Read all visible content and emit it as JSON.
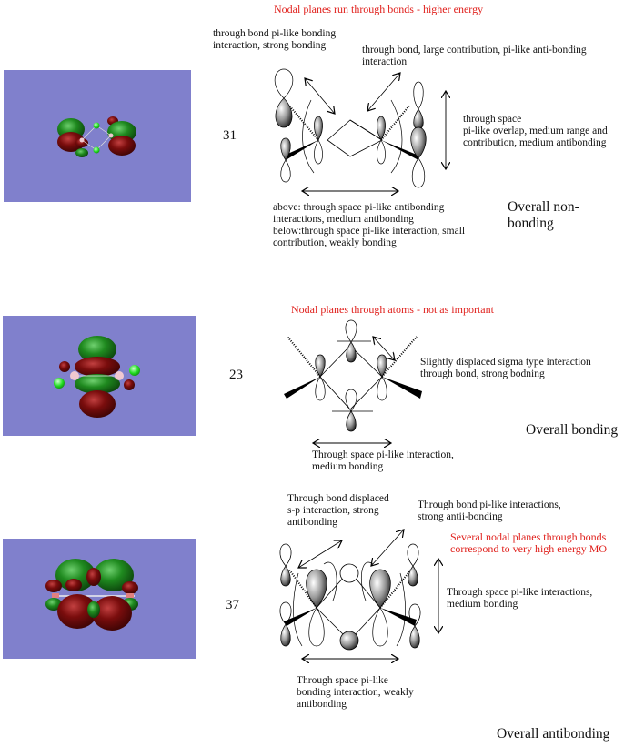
{
  "colors": {
    "panel_bg": "#8080cc",
    "lobe_green": "#1f7a1f",
    "lobe_red": "#7a0d0d",
    "highlight_red": "#e0201c"
  },
  "orbitals": [
    {
      "mo_number": "31",
      "headline": "Nodal planes run through bonds - higher energy",
      "notes": [
        "through bond pi-like bonding\ninteraction, strong bonding",
        "through bond, large contribution, pi-like anti-bonding\ninteraction",
        "through space\npi-like overlap, medium range and\ncontribution, medium antibonding",
        "above: through space pi-like antibonding\ninteractions, medium antibonding\nbelow:through space pi-like interaction, small\ncontribution, weakly bonding"
      ],
      "overall": "Overall non-\nbonding"
    },
    {
      "mo_number": "23",
      "headline": "Nodal planes through atoms - not as important",
      "notes": [
        "Slightly displaced sigma type interaction\nthrough bond, strong bodning",
        "Through space pi-like interaction,\nmedium bonding"
      ],
      "overall": "Overall bonding"
    },
    {
      "mo_number": "37",
      "headline": "Several nodal planes through bonds\ncorrespond to very high energy MO",
      "notes": [
        "Through bond displaced\ns-p interaction, strong\nantibonding",
        "Through bond pi-like interactions,\nstrong antii-bonding",
        "Through space pi-like interactions,\nmedium bonding",
        "Through space pi-like\nbonding interaction, weakly\nantibonding"
      ],
      "overall": "Overall antibonding"
    }
  ]
}
